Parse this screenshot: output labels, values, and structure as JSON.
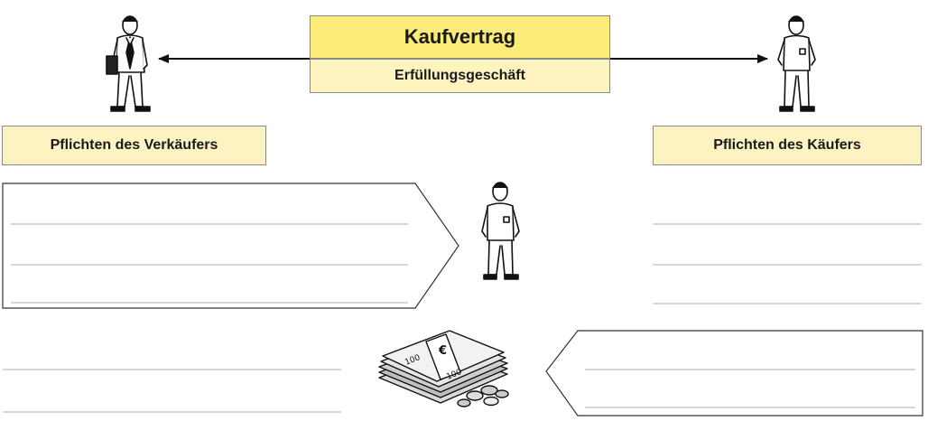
{
  "contract": {
    "title": "Kaufvertrag",
    "subtitle": "Erfüllungsgeschäft"
  },
  "seller": {
    "duties_label": "Pflichten des Verkäufers"
  },
  "buyer": {
    "duties_label": "Pflichten des Käufers"
  },
  "icons": {
    "seller": "businessman-icon",
    "buyer": "man-icon",
    "buyer_receiving": "man-icon",
    "money": "money-stack-icon",
    "currency_symbol": "€",
    "banknote_value": "100"
  },
  "colors": {
    "title_fill": "#fbec79",
    "subtitle_fill": "#fdf4c0",
    "duty_fill": "#fdf3c2",
    "line": "#bdbdbd",
    "border": "#8a8a8a"
  }
}
